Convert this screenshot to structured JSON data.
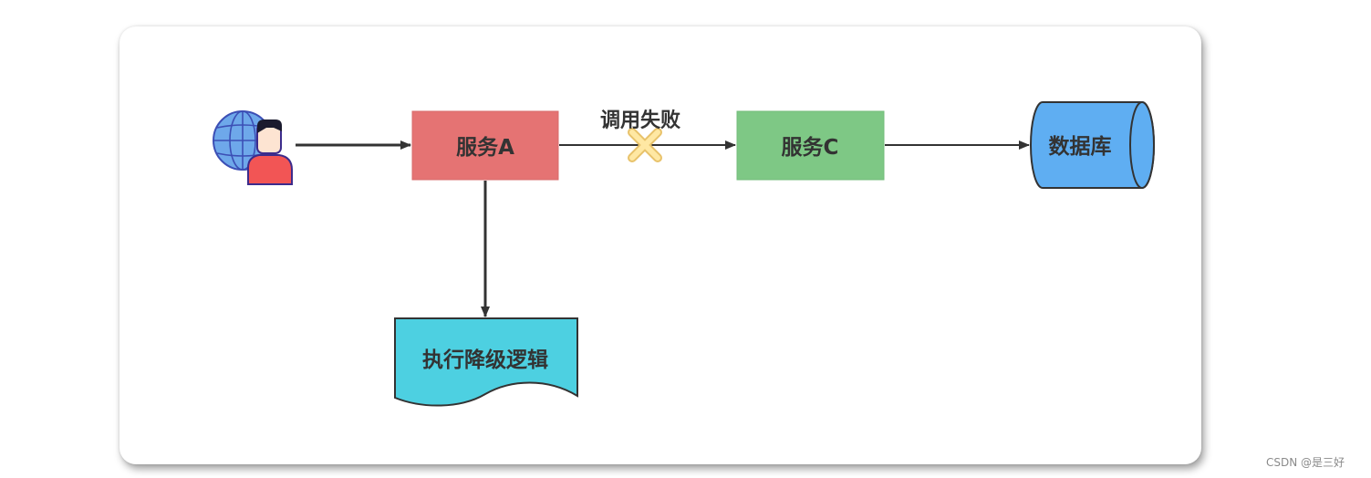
{
  "nodes": {
    "user": {
      "icon": "user-globe-icon"
    },
    "service_a": {
      "label": "服务A",
      "color": "#E57373"
    },
    "service_c": {
      "label": "服务C",
      "color": "#7EC885"
    },
    "database": {
      "label": "数据库",
      "color": "#5FAEF2"
    },
    "fallback": {
      "label": "执行降级逻辑",
      "color": "#4DD0E1"
    }
  },
  "edges": {
    "a_to_c": {
      "label": "调用失败",
      "status_icon": "failure-x-icon",
      "status_color": "#FFE082"
    }
  },
  "watermark": "CSDN @是三好",
  "colors": {
    "arrow": "#333333",
    "outline": "#333333"
  }
}
